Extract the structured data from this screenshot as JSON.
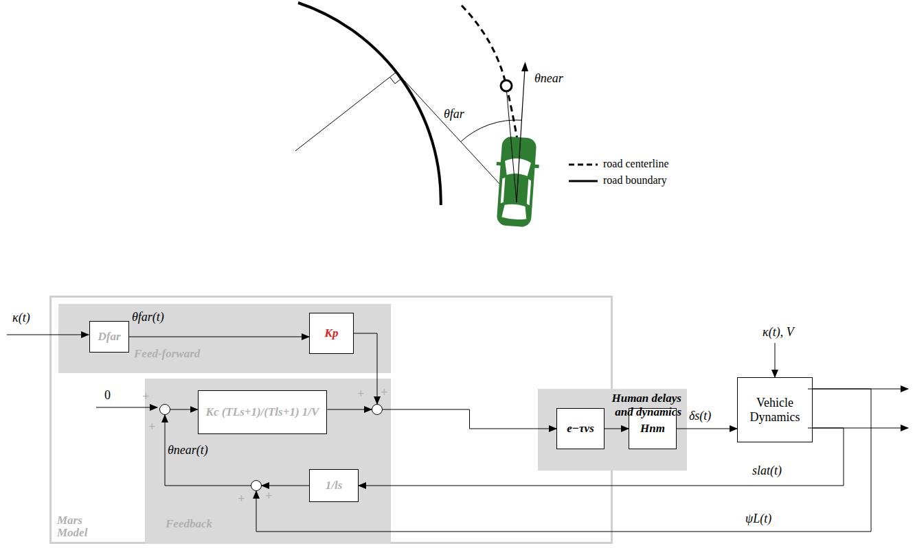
{
  "diagram": {
    "nodes": [
      {
        "text": [
          "Mars Model"
        ]
      },
      {
        "text": [
          "Feed-forward"
        ],
        "in": 0
      },
      {
        "text": [
          "Dfar"
        ],
        "in": 1
      },
      {
        "text": [
          "Kp"
        ],
        "in": 1
      },
      {
        "text": [
          "Feedback"
        ],
        "in": 0
      },
      {
        "text": [
          "+",
          "+"
        ],
        "in": 4
      },
      {
        "text": [
          "Kc (TLs+1)/(Tls+1) 1/V"
        ],
        "in": 4
      },
      {
        "text": [
          "+",
          "+"
        ],
        "in": 4
      },
      {
        "text": [
          "1/ls"
        ],
        "in": 4
      },
      {
        "text": [
          "+",
          "+"
        ],
        "in": 4
      },
      {
        "text": [
          "Human delays and dynamics"
        ]
      },
      {
        "text": [
          "e−τvs"
        ],
        "in": 10
      },
      {
        "text": [
          "Hnm"
        ],
        "in": 10
      },
      {
        "text": [
          "Vehicle Dynamics"
        ]
      }
    ],
    "edges": [
      {
        "from": 2,
        "to": 3,
        "arrow": "to",
        "label": "θfar(t)"
      },
      {
        "from": 3,
        "to": 7,
        "arrow": "to"
      },
      {
        "from": 5,
        "to": 6,
        "arrow": "to"
      },
      {
        "from": 6,
        "to": 7,
        "arrow": "to"
      },
      {
        "from": 7,
        "to": 11,
        "arrow": "to"
      },
      {
        "from": 11,
        "to": 12,
        "arrow": "to"
      },
      {
        "from": 12,
        "to": 13,
        "arrow": "to",
        "label": "δs(t)"
      },
      {
        "from": 13,
        "to": 8,
        "arrow": "to",
        "label": "slat(t)"
      },
      {
        "from": 8,
        "to": 9,
        "arrow": "to"
      },
      {
        "from": 13,
        "to": 9,
        "arrow": "to",
        "label": "ψL(t)"
      },
      {
        "from": 9,
        "to": 5,
        "arrow": "to",
        "label": "θnear(t)"
      }
    ],
    "labels": [
      "θfar",
      "θnear",
      "κ(t)",
      "0",
      "κ(t), V"
    ],
    "legend": [
      {
        "text": "road centerline"
      },
      {
        "text": "road boundary"
      }
    ]
  }
}
